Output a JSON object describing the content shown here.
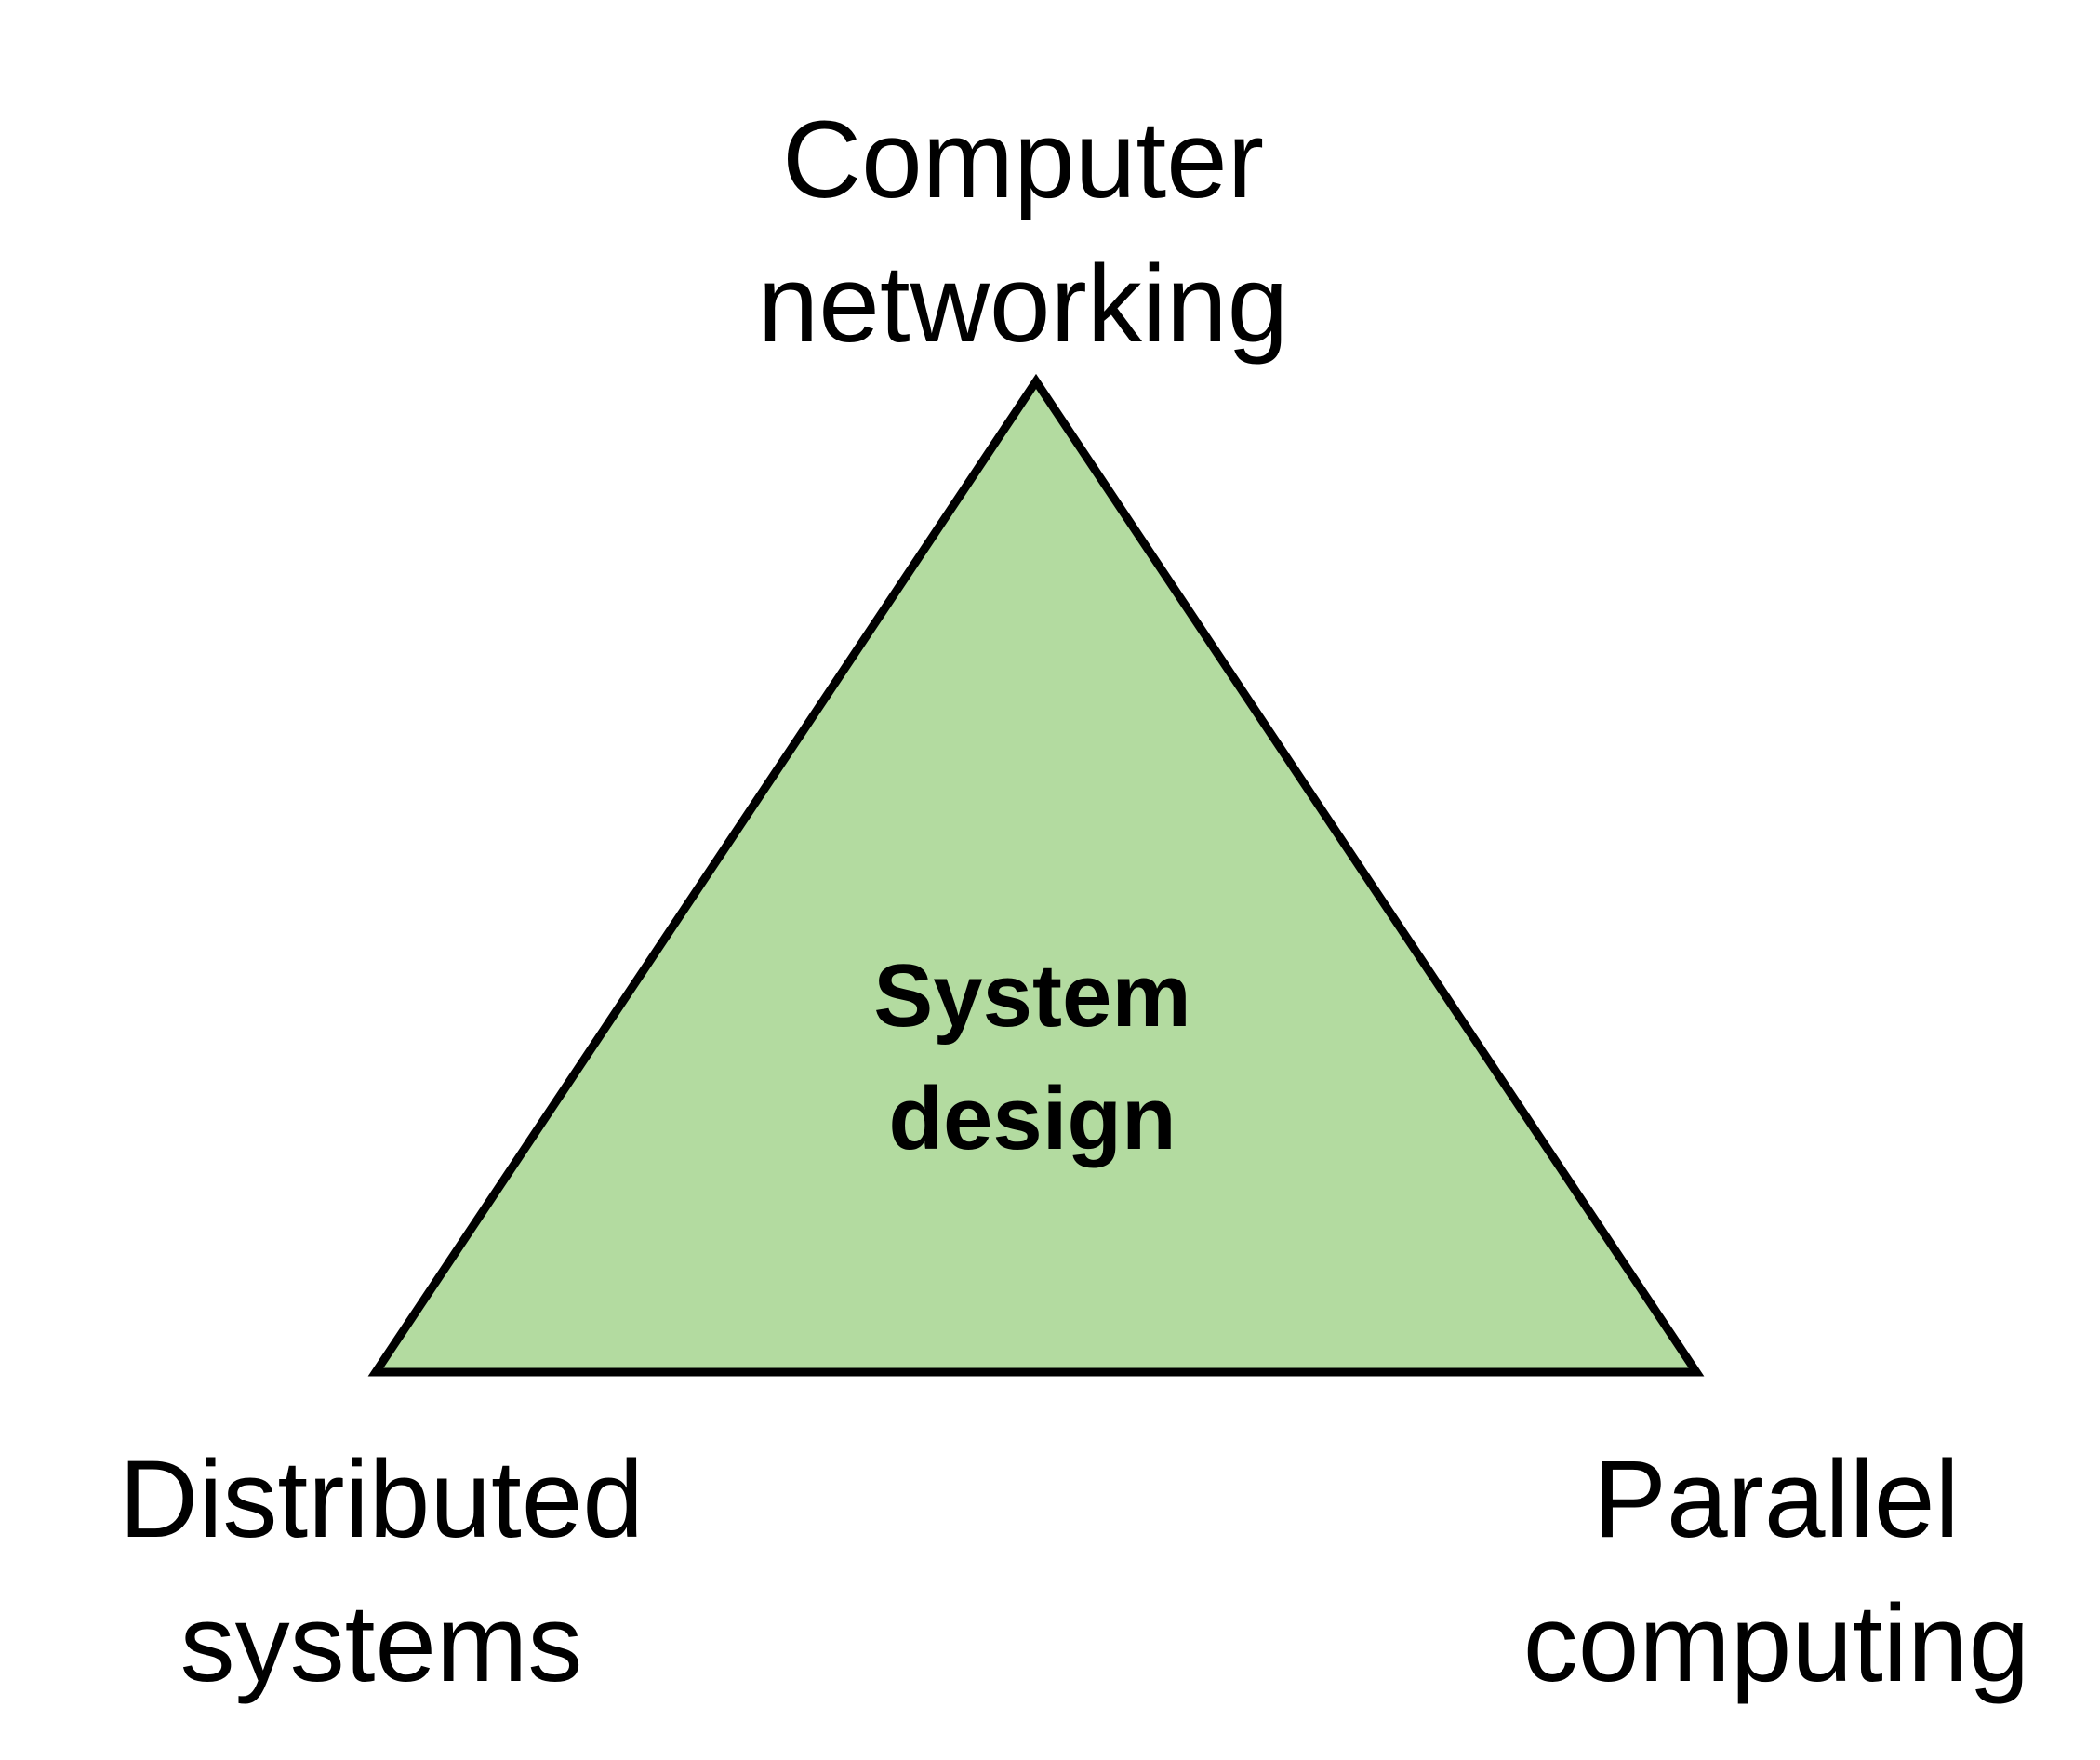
{
  "diagram": {
    "fill_color": "#b3dba0",
    "stroke_color": "#000000",
    "center_label": [
      "System",
      "design"
    ],
    "top_label": [
      "Computer",
      "networking"
    ],
    "bottom_left_label": [
      "Distributed",
      "systems"
    ],
    "bottom_right_label": [
      "Parallel",
      "computing"
    ]
  }
}
